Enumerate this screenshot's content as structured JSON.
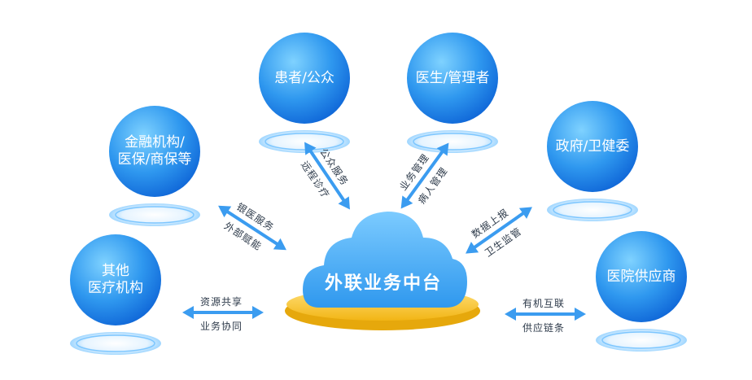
{
  "hub": {
    "label": "外联业务中台"
  },
  "nodes": [
    {
      "id": "patients",
      "label": "患者/公众"
    },
    {
      "id": "doctors",
      "label": "医生/管理者"
    },
    {
      "id": "finance",
      "label": "金融机构/\n医保/商保等"
    },
    {
      "id": "government",
      "label": "政府/卫健委"
    },
    {
      "id": "other-medical",
      "label": "其他\n医疗机构"
    },
    {
      "id": "suppliers",
      "label": "医院供应商"
    }
  ],
  "connectors": [
    {
      "id": "patients",
      "text1": "公众服务",
      "text2": "远程诊疗"
    },
    {
      "id": "doctors",
      "text1": "业务管理",
      "text2": "病人管理"
    },
    {
      "id": "finance",
      "text1": "银医服务",
      "text2": "外部赋能"
    },
    {
      "id": "government",
      "text1": "数据上报",
      "text2": "卫生监管"
    },
    {
      "id": "other-medical",
      "text1": "资源共享",
      "text2": "业务协同"
    },
    {
      "id": "suppliers",
      "text1": "有机互联",
      "text2": "供应链条"
    }
  ],
  "colors": {
    "sphere_light": "#5fc0ff",
    "sphere_dark": "#0f6fdf",
    "arrow": "#3b9cf0",
    "platform": "#f7c22b",
    "cloud": "#4fb2f5"
  }
}
